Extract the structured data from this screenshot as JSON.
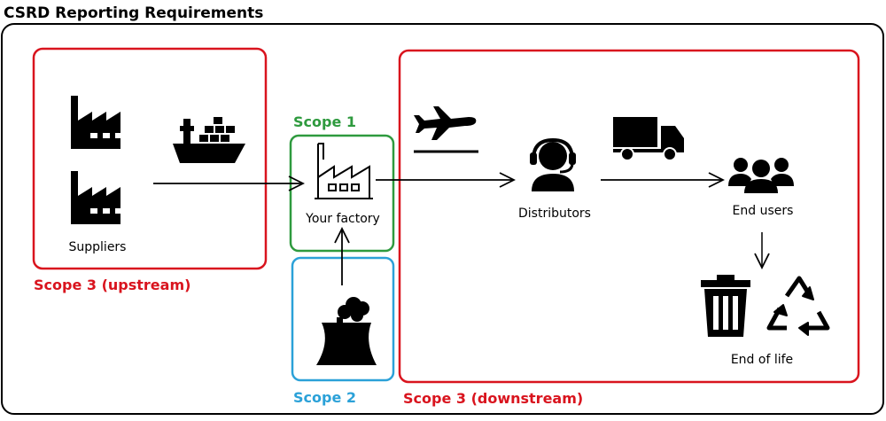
{
  "title": "CSRD Reporting Requirements",
  "colors": {
    "scope3": "#d9141e",
    "scope1": "#2e9a3e",
    "scope2": "#2ba1d8",
    "frame": "#000000"
  },
  "scopes": {
    "upstream": "Scope 3 (upstream)",
    "scope1": "Scope 1",
    "scope2": "Scope 2",
    "downstream": "Scope 3 (downstream)"
  },
  "nodes": {
    "suppliers": "Suppliers",
    "factory": "Your factory",
    "distributors": "Distributors",
    "end_users": "End users",
    "end_of_life": "End of life"
  },
  "icons": [
    "factory-icon",
    "cargo-ship-icon",
    "factory-outline-icon",
    "power-plant-icon",
    "airplane-icon",
    "support-agent-icon",
    "truck-icon",
    "users-group-icon",
    "trash-bin-icon",
    "recycle-icon"
  ]
}
